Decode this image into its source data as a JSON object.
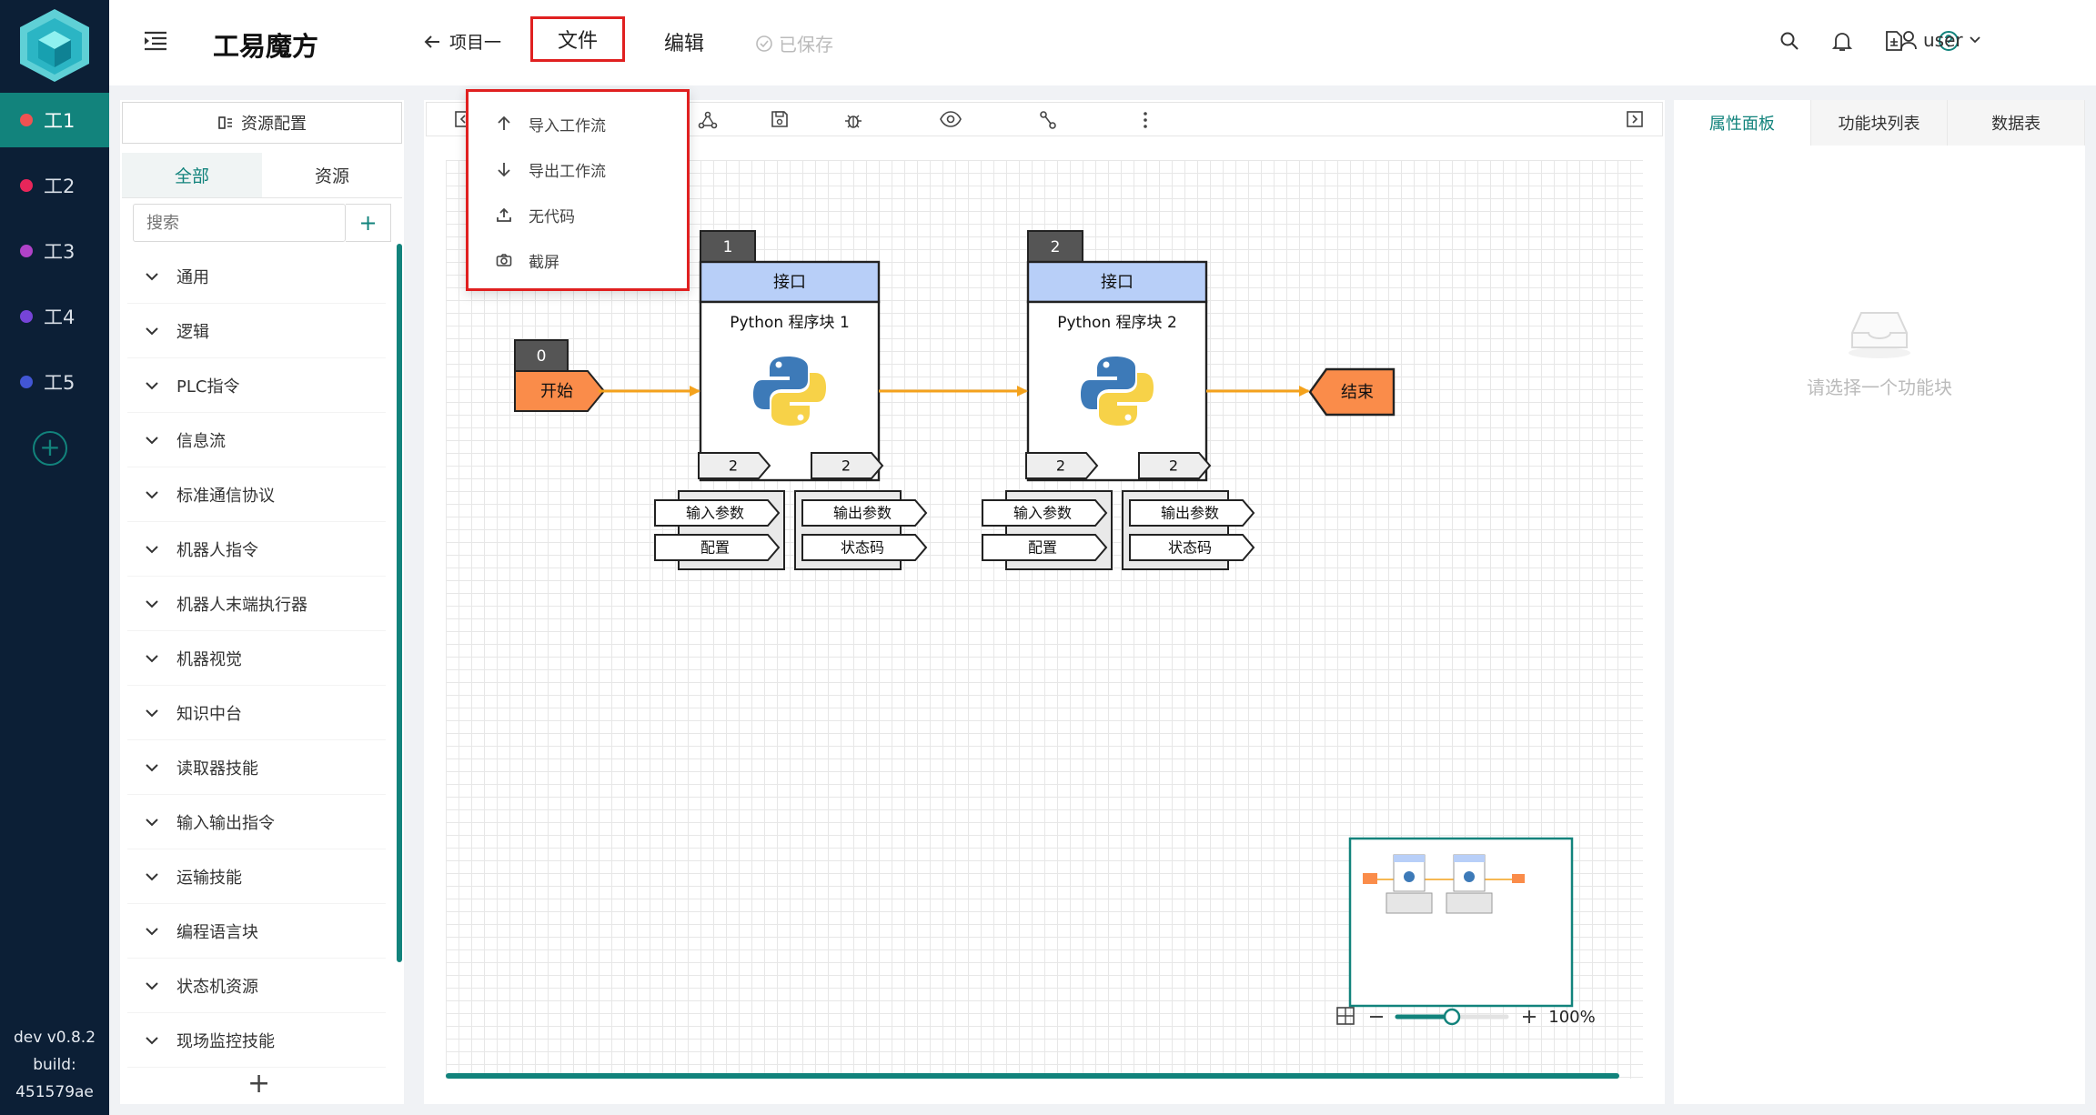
{
  "app": {
    "title": "工易魔方"
  },
  "colors": {
    "accent": "#12837c",
    "sidebar_bg": "#0c1f36",
    "highlight": "#e02020",
    "port_orange": "#fa8c4a",
    "interface_blue": "#b8cff8"
  },
  "workspaces": [
    {
      "label": "工1",
      "dot": "#f05252",
      "active": true
    },
    {
      "label": "工2",
      "dot": "#e8265a",
      "active": false
    },
    {
      "label": "工3",
      "dot": "#b042c8",
      "active": false
    },
    {
      "label": "工4",
      "dot": "#7644d8",
      "active": false
    },
    {
      "label": "工5",
      "dot": "#4256d4",
      "active": false
    }
  ],
  "version": {
    "line1": "dev v0.8.2",
    "line2": "build:",
    "line3": "451579ae"
  },
  "header": {
    "back_label": "项目一",
    "file_label": "文件",
    "edit_label": "编辑",
    "saved_label": "已保存",
    "user_label": "user"
  },
  "file_menu": {
    "items": [
      {
        "icon": "arrow-up-icon",
        "label": "导入工作流"
      },
      {
        "icon": "arrow-down-icon",
        "label": "导出工作流"
      },
      {
        "icon": "upload-icon",
        "label": "无代码"
      },
      {
        "icon": "camera-icon",
        "label": "截屏"
      }
    ]
  },
  "resources": {
    "config_label": "资源配置",
    "tab_all": "全部",
    "tab_resources": "资源",
    "search_placeholder": "搜索",
    "categories": [
      "通用",
      "逻辑",
      "PLC指令",
      "信息流",
      "标准通信协议",
      "机器人指令",
      "机器人末端执行器",
      "机器视觉",
      "知识中台",
      "读取器技能",
      "输入输出指令",
      "运输技能",
      "编程语言块",
      "状态机资源",
      "现场监控技能"
    ]
  },
  "flow": {
    "start": {
      "id": "0",
      "label": "开始"
    },
    "end": {
      "label": "结束"
    },
    "blocks": [
      {
        "id": "1",
        "interface": "接口",
        "title": "Python 程序块 1",
        "in_count": "2",
        "out_count": "2",
        "in_ports": [
          "输入参数",
          "配置"
        ],
        "out_ports": [
          "输出参数",
          "状态码"
        ]
      },
      {
        "id": "2",
        "interface": "接口",
        "title": "Python 程序块 2",
        "in_count": "2",
        "out_count": "2",
        "in_ports": [
          "输入参数",
          "配置"
        ],
        "out_ports": [
          "输出参数",
          "状态码"
        ]
      }
    ]
  },
  "zoom": {
    "percent": "100%",
    "level": 0.5
  },
  "right_panel": {
    "tabs": [
      "属性面板",
      "功能块列表",
      "数据表"
    ],
    "active_tab": 0,
    "empty_text": "请选择一个功能块"
  }
}
